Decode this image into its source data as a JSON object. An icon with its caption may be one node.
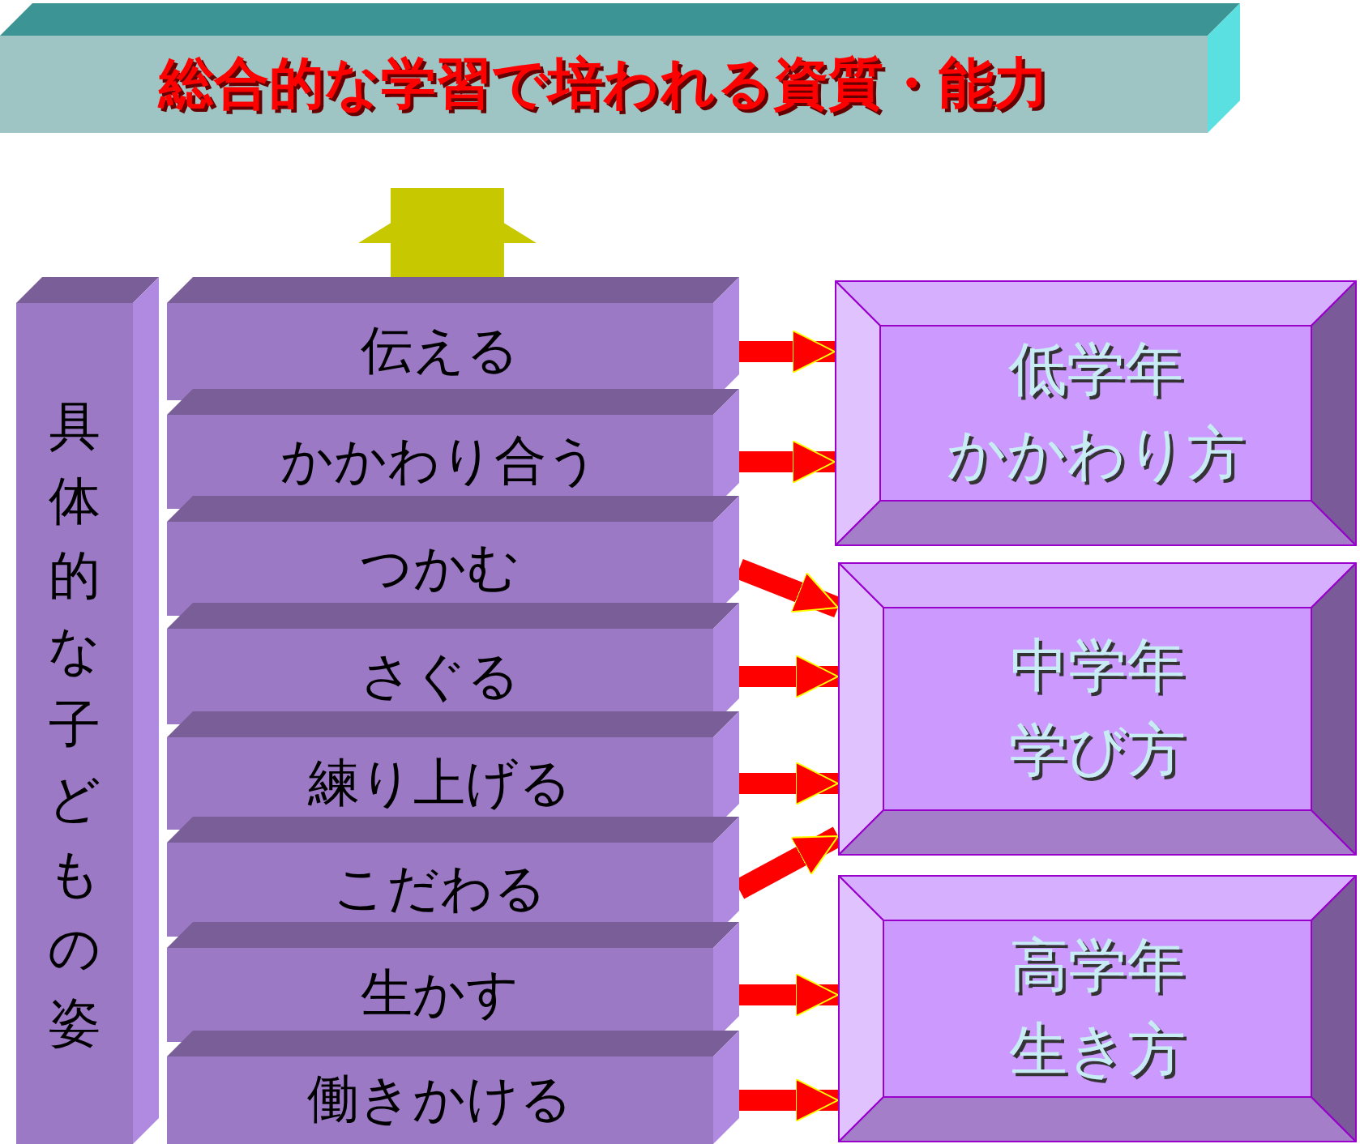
{
  "diagram": {
    "nodes": [
      {
        "text": [
          "総合的な学習で培われる資質・能力"
        ]
      },
      {
        "text": [
          "具体的な子どもの姿"
        ]
      },
      {
        "text": [
          "伝える"
        ]
      },
      {
        "text": [
          "かかわり合う"
        ]
      },
      {
        "text": [
          "つかむ"
        ]
      },
      {
        "text": [
          "さぐる"
        ]
      },
      {
        "text": [
          "練り上げる"
        ]
      },
      {
        "text": [
          "こだわる"
        ]
      },
      {
        "text": [
          "生かす"
        ]
      },
      {
        "text": [
          "働きかける"
        ]
      },
      {
        "text": [
          "低学年",
          "かかわり方"
        ]
      },
      {
        "text": [
          "中学年",
          "学び方"
        ]
      },
      {
        "text": [
          "高学年",
          "生き方"
        ]
      }
    ],
    "edges": [
      {
        "from": 2,
        "to": 0,
        "arrow": "to",
        "style": "thick",
        "color": "#c8c800"
      },
      {
        "from": 2,
        "to": 10,
        "arrow": "to"
      },
      {
        "from": 3,
        "to": 10,
        "arrow": "to"
      },
      {
        "from": 4,
        "to": 11,
        "arrow": "to"
      },
      {
        "from": 5,
        "to": 11,
        "arrow": "to"
      },
      {
        "from": 6,
        "to": 11,
        "arrow": "to"
      },
      {
        "from": 7,
        "to": 11,
        "arrow": "to"
      },
      {
        "from": 8,
        "to": 12,
        "arrow": "to"
      },
      {
        "from": 9,
        "to": 12,
        "arrow": "to"
      }
    ]
  }
}
